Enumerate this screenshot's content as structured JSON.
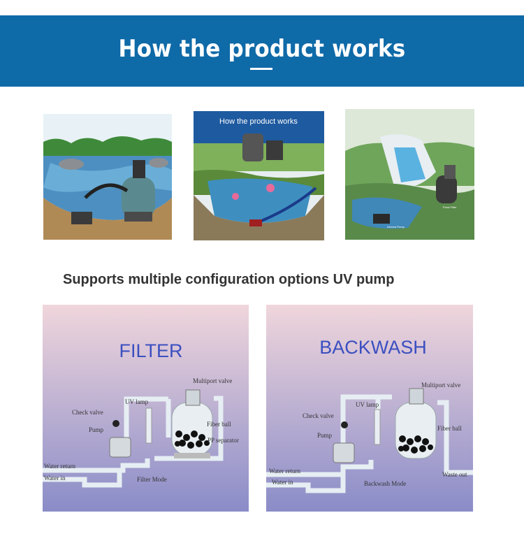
{
  "banner": {
    "title": "How the product works",
    "color": "#0f6aa8"
  },
  "photos": {
    "photo2_caption": "How the product works",
    "photo3_labels": [
      "Internal Pump",
      "Pond Filter"
    ]
  },
  "subheading": "Supports multiple configuration options UV pump",
  "filter_diagram": {
    "title": "FILTER",
    "labels": {
      "multiport": "Multiport valve",
      "uv": "UV lamp",
      "check": "Check valve",
      "fiber": "Fiber ball",
      "pump": "Pump",
      "pp": "PP separator",
      "water_return": "Water return",
      "water_in": "Water in",
      "mode": "Filter Mode"
    }
  },
  "backwash_diagram": {
    "title": "BACKWASH",
    "labels": {
      "multiport": "Multiport valve",
      "uv": "UV lamp",
      "check": "Check valve",
      "fiber": "Fiber ball",
      "pump": "Pump",
      "water_return": "Water return",
      "water_in": "Water in",
      "waste": "Waste out",
      "mode": "Backwash Mode"
    }
  }
}
